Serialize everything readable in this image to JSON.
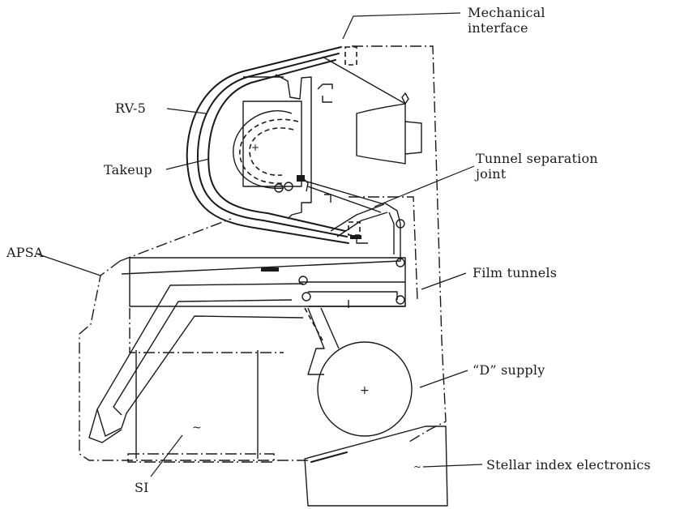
{
  "diagram": {
    "labels": {
      "mechanical_interface": "Mechanical\ninterface",
      "rv5": "RV-5",
      "takeup": "Takeup",
      "tunnel_separation_joint": "Tunnel separation\njoint",
      "apsa": "APSA",
      "film_tunnels": "Film tunnels",
      "d_supply": "“D” supply",
      "stellar_index_electronics": "Stellar index electronics",
      "si": "SI"
    }
  }
}
